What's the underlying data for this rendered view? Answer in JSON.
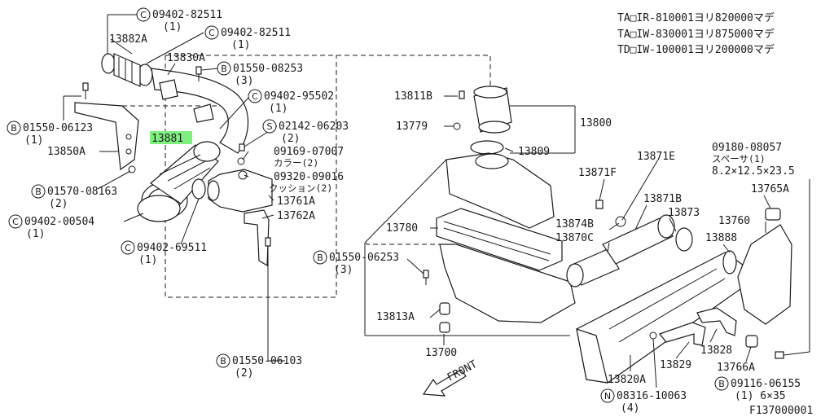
{
  "header": {
    "line1": "TA□IR-810001ヨリ820000マデ",
    "line2": "TA□IW-830001ヨリ875000マデ",
    "line3": "TD□IW-100001ヨリ200000マデ"
  },
  "figure_id": "F137000001",
  "direction_label": "FRONT",
  "highlight_color": "#7ff07f",
  "labels": {
    "c_09402_82511_a": "09402-82511",
    "c_09402_82511_a_qty": "(1)",
    "p_13882a": "13882A",
    "c_09402_82511_b": "09402-82511",
    "c_09402_82511_b_qty": "(1)",
    "p_13830a": "13830A",
    "b_01550_08253": "01550-08253",
    "b_01550_08253_qty": "(3)",
    "c_09402_95502": "09402-95502",
    "c_09402_95502_qty": "(1)",
    "b_01550_06123": "01550-06123",
    "b_01550_06123_qty": "(1)",
    "p_13881": "13881",
    "s_02142_06203": "02142-06203",
    "s_02142_06203_qty": "(2)",
    "p_13850a": "13850A",
    "p_09169_07007": "09169-07007",
    "p_09169_07007_desc": "カラー(2)",
    "b_01570_08163": "01570-08163",
    "b_01570_08163_qty": "(2)",
    "p_09320_09016": "09320-09016",
    "p_09320_09016_desc": "クッション(2)",
    "p_13761a": "13761A",
    "c_09402_00504": "09402-00504",
    "c_09402_00504_qty": "(1)",
    "p_13762a": "13762A",
    "c_09402_69511": "09402-69511",
    "c_09402_69511_qty": "(1)",
    "b_01550_06103": "01550-06103",
    "b_01550_06103_qty": "(2)",
    "p_13811b": "13811B",
    "p_13779": "13779",
    "p_13800": "13800",
    "p_13809": "13809",
    "p_13780": "13780",
    "b_01550_06253": "01550-06253",
    "b_01550_06253_qty": "(3)",
    "p_13813a": "13813A",
    "p_13700": "13700",
    "p_13871e": "13871E",
    "p_13871f": "13871F",
    "p_13871b": "13871B",
    "p_13874b": "13874B",
    "p_13873": "13873",
    "p_13870c": "13870C",
    "p_13888": "13888",
    "p_09180_08057": "09180-08057",
    "p_09180_08057_desc": "スペーサ(1)",
    "p_09180_08057_size": "8.2×12.5×23.5",
    "p_13765a": "13765A",
    "p_13760": "13760",
    "p_13828": "13828",
    "p_13829": "13829",
    "p_13766a": "13766A",
    "p_13820a": "13820A",
    "b_09116_06155": "09116-06155",
    "b_09116_06155_qty": "(1) 6×35",
    "n_08316_10063": "08316-10063",
    "n_08316_10063_qty": "(4)"
  },
  "markers": {
    "b": "B",
    "c": "C",
    "s": "S",
    "n": "N"
  }
}
